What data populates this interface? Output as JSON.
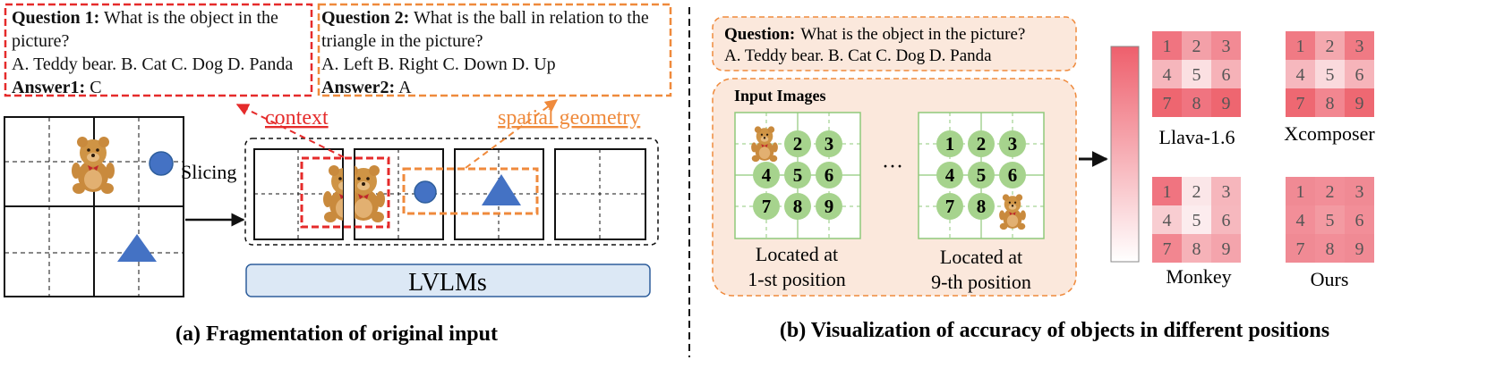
{
  "panel_a": {
    "q1": {
      "label": "Question 1:",
      "text": "What is the object in the picture?",
      "options": "A. Teddy bear. B. Cat C. Dog D. Panda",
      "answer_label": "Answer1:",
      "answer": "C"
    },
    "q2": {
      "label": "Question 2:",
      "text": "What is the ball in relation to the triangle in the picture?",
      "options": "A. Left B. Right C. Down D. Up",
      "answer_label": "Answer2:",
      "answer": "A"
    },
    "context_label": "context",
    "spatial_label": "spatial geometry",
    "slicing_label": "Slicing",
    "model_label": "LVLMs",
    "caption": "(a) Fragmentation of original input"
  },
  "panel_b": {
    "question_label": "Question:",
    "question_text": "What is the object in the picture?",
    "question_options": "A. Teddy bear. B. Cat C. Dog D. Panda",
    "input_images_label": "Input Images",
    "grid1_numbers": [
      "2",
      "3",
      "4",
      "5",
      "6",
      "7",
      "8",
      "9"
    ],
    "grid2_numbers": [
      "1",
      "2",
      "3",
      "4",
      "5",
      "6",
      "7",
      "8"
    ],
    "ellipsis": "···",
    "grid1_caption_1": "Located at",
    "grid1_caption_2": "1-st position",
    "grid2_caption_1": "Located at",
    "grid2_caption_2": "9-th position",
    "caption": "(b) Visualization of accuracy of objects in different positions"
  },
  "heatmaps": [
    {
      "name": "Llava-1.6",
      "cells": [
        "1",
        "2",
        "3",
        "4",
        "5",
        "6",
        "7",
        "8",
        "9"
      ],
      "colors": [
        "#f07480",
        "#f3a0a8",
        "#f28a94",
        "#f6b6bc",
        "#fbe0e2",
        "#f6b2b8",
        "#ee6670",
        "#f07480",
        "#ee6670"
      ]
    },
    {
      "name": "Xcomposer",
      "cells": [
        "1",
        "2",
        "3",
        "4",
        "5",
        "6",
        "7",
        "8",
        "9"
      ],
      "colors": [
        "#f07a84",
        "#f4a8ae",
        "#f07a84",
        "#f6b8be",
        "#fadadd",
        "#f6b4ba",
        "#ee6872",
        "#f28690",
        "#ee6872"
      ]
    },
    {
      "name": "Monkey",
      "cells": [
        "1",
        "2",
        "3",
        "4",
        "5",
        "6",
        "7",
        "8",
        "9"
      ],
      "colors": [
        "#f07480",
        "#fbe6e8",
        "#f6b6bc",
        "#f8cdd1",
        "#fcecee",
        "#f6b8be",
        "#f28690",
        "#f6b2b8",
        "#f4a4ac"
      ]
    },
    {
      "name": "Ours",
      "cells": [
        "1",
        "2",
        "3",
        "4",
        "5",
        "6",
        "7",
        "8",
        "9"
      ],
      "colors": [
        "#f08a94",
        "#f28e98",
        "#f08a94",
        "#f28e98",
        "#f39aa2",
        "#f28e98",
        "#f08a94",
        "#f28e98",
        "#f08a94"
      ]
    }
  ],
  "colors": {
    "red": "#e52b2b",
    "orange": "#ef8a3c",
    "blue": "#4472c4",
    "green_fill": "#a6d38d",
    "green_line": "#8fc97a",
    "panel_fill": "#fbe8dc",
    "lvlm_fill": "#dce8f5",
    "lvlm_stroke": "#2e5e9c"
  }
}
